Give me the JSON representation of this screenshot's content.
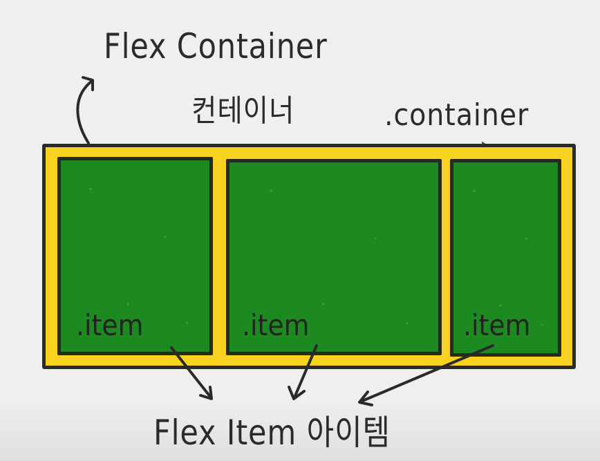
{
  "title_en": "Flex Container",
  "title_ko": "컨테이너",
  "container_label": ".container",
  "items": [
    {
      "label": ".item"
    },
    {
      "label": ".item"
    },
    {
      "label": ".item"
    }
  ],
  "footer_label": "Flex Item 아이템",
  "colors": {
    "background": "#efefed",
    "container_fill": "#f7d21e",
    "item_fill": "#1c8a21",
    "outline": "#2a2a26"
  }
}
